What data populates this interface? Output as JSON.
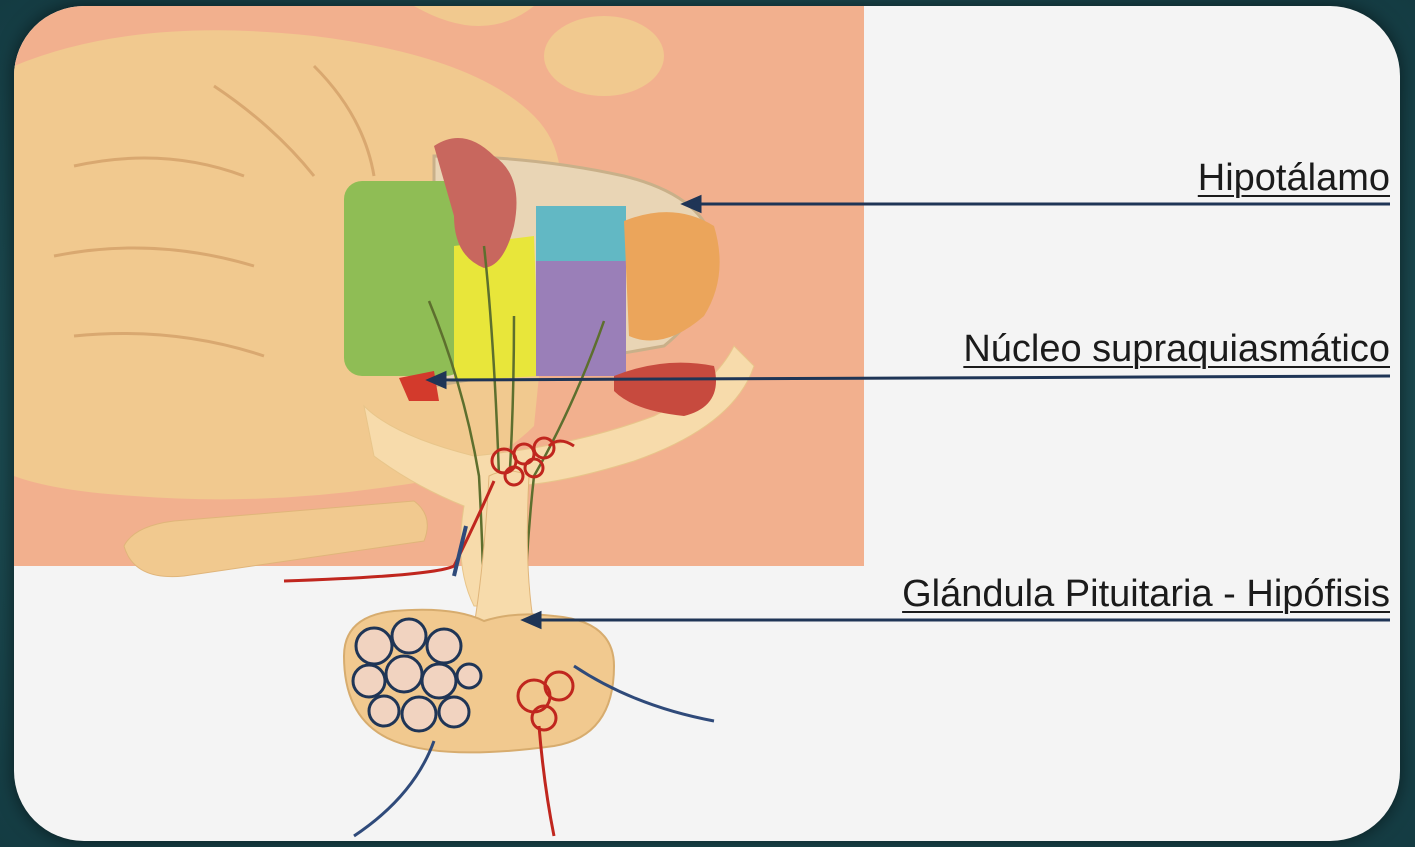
{
  "labels": {
    "hypothalamus": "Hipotálamo",
    "scn": "Núcleo supraquiasmático",
    "pituitary": "Glándula Pituitaria - Hipófisis"
  },
  "colors": {
    "brain_tan": "#f1c98f",
    "brain_pink": "#f2b08e",
    "green": "#8fbd55",
    "yellow": "#e8e63a",
    "cyan": "#62b8c4",
    "purple": "#9a7fb8",
    "orange": "#eba55b",
    "red": "#c74a3e",
    "arrow": "#1f3556"
  }
}
